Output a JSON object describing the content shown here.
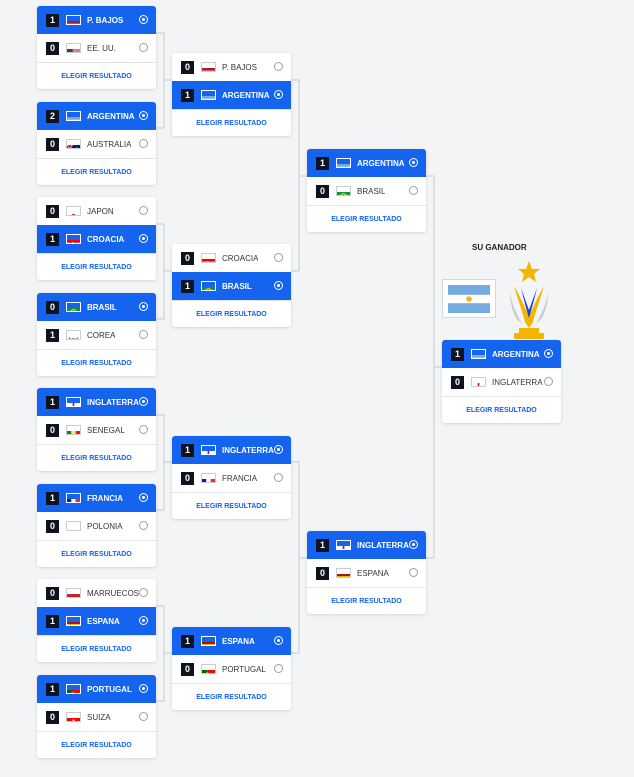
{
  "bracket": {
    "result_label": "Elegir resultado",
    "r16": [
      {
        "team1": {
          "score": "1",
          "name": "P. Bajos",
          "flag": "netherlands",
          "win": true
        },
        "team2": {
          "score": "0",
          "name": "EE. UU.",
          "flag": "usa",
          "win": false
        }
      },
      {
        "team1": {
          "score": "2",
          "name": "Argentina",
          "flag": "argentina",
          "win": true
        },
        "team2": {
          "score": "0",
          "name": "Australia",
          "flag": "australia",
          "win": false
        }
      },
      {
        "team1": {
          "score": "0",
          "name": "Japon",
          "flag": "japan",
          "win": false
        },
        "team2": {
          "score": "1",
          "name": "Croacia",
          "flag": "croatia",
          "win": true
        }
      },
      {
        "team1": {
          "score": "0",
          "name": "Brasil",
          "flag": "brazil",
          "win": true
        },
        "team2": {
          "score": "1",
          "name": "Corea",
          "flag": "korea",
          "win": false
        }
      },
      {
        "team1": {
          "score": "1",
          "name": "Inglaterra",
          "flag": "england",
          "win": true
        },
        "team2": {
          "score": "0",
          "name": "Senegal",
          "flag": "senegal",
          "win": false
        }
      },
      {
        "team1": {
          "score": "1",
          "name": "Francia",
          "flag": "france",
          "win": true
        },
        "team2": {
          "score": "0",
          "name": "Polonia",
          "flag": "poland",
          "win": false
        }
      },
      {
        "team1": {
          "score": "0",
          "name": "Marruecos",
          "flag": "morocco",
          "win": false
        },
        "team2": {
          "score": "1",
          "name": "Espana",
          "flag": "spain",
          "win": true
        }
      },
      {
        "team1": {
          "score": "1",
          "name": "Portugal",
          "flag": "portugal",
          "win": true
        },
        "team2": {
          "score": "0",
          "name": "Suiza",
          "flag": "switzerland",
          "win": false
        }
      }
    ],
    "qf": [
      {
        "team1": {
          "score": "0",
          "name": "P. Bajos",
          "flag": "netherlands",
          "win": false
        },
        "team2": {
          "score": "1",
          "name": "Argentina",
          "flag": "argentina",
          "win": true
        }
      },
      {
        "team1": {
          "score": "0",
          "name": "Croacia",
          "flag": "croatia",
          "win": false
        },
        "team2": {
          "score": "1",
          "name": "Brasil",
          "flag": "brazil",
          "win": true
        }
      },
      {
        "team1": {
          "score": "1",
          "name": "Inglaterra",
          "flag": "england",
          "win": true
        },
        "team2": {
          "score": "0",
          "name": "Francia",
          "flag": "france",
          "win": false
        }
      },
      {
        "team1": {
          "score": "1",
          "name": "Espana",
          "flag": "spain",
          "win": true
        },
        "team2": {
          "score": "0",
          "name": "Portugal",
          "flag": "portugal",
          "win": false
        }
      }
    ],
    "sf": [
      {
        "team1": {
          "score": "1",
          "name": "Argentina",
          "flag": "argentina",
          "win": true
        },
        "team2": {
          "score": "0",
          "name": "Brasil",
          "flag": "brazil",
          "win": false
        }
      },
      {
        "team1": {
          "score": "1",
          "name": "Inglaterra",
          "flag": "england",
          "win": true
        },
        "team2": {
          "score": "0",
          "name": "Espana",
          "flag": "spain",
          "win": false
        }
      }
    ],
    "final": [
      {
        "team1": {
          "score": "1",
          "name": "Argentina",
          "flag": "argentina",
          "win": true
        },
        "team2": {
          "score": "0",
          "name": "Inglaterra",
          "flag": "england",
          "win": false
        }
      }
    ]
  },
  "winner": {
    "title": "Su ganador",
    "flag": "argentina"
  },
  "colors": {
    "accent": "#1464f0",
    "trophy_gold": "#f5b400",
    "trophy_blue": "#1d3fd6"
  }
}
